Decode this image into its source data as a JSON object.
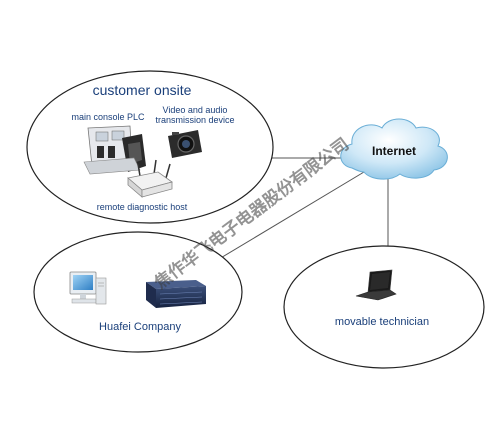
{
  "nodes": {
    "customer_onsite": {
      "title": "customer onsite",
      "plc_label": "main console PLC",
      "video_label_line1": "Video and audio",
      "video_label_line2": "transmission device",
      "host_label": "remote diagnostic host"
    },
    "internet": {
      "label": "Internet"
    },
    "huafei": {
      "label": "Huafei Company"
    },
    "technician": {
      "label": "movable technician"
    }
  },
  "watermark": {
    "text": "焦作华飞电子电器股份有限公司"
  },
  "colors": {
    "title_blue": "#1a3f7a",
    "label_blue": "#1a3f7a",
    "outline": "#222222",
    "line": "#555555",
    "cloud_light": "#eef6fc",
    "cloud_mid": "#b9dcf2",
    "cloud_edge": "#6aaed6"
  },
  "icons": [
    "plc-console-icon",
    "camera-icon",
    "router-icon",
    "desktop-computer-icon",
    "server-rack-icon",
    "laptop-icon",
    "cloud-icon"
  ]
}
